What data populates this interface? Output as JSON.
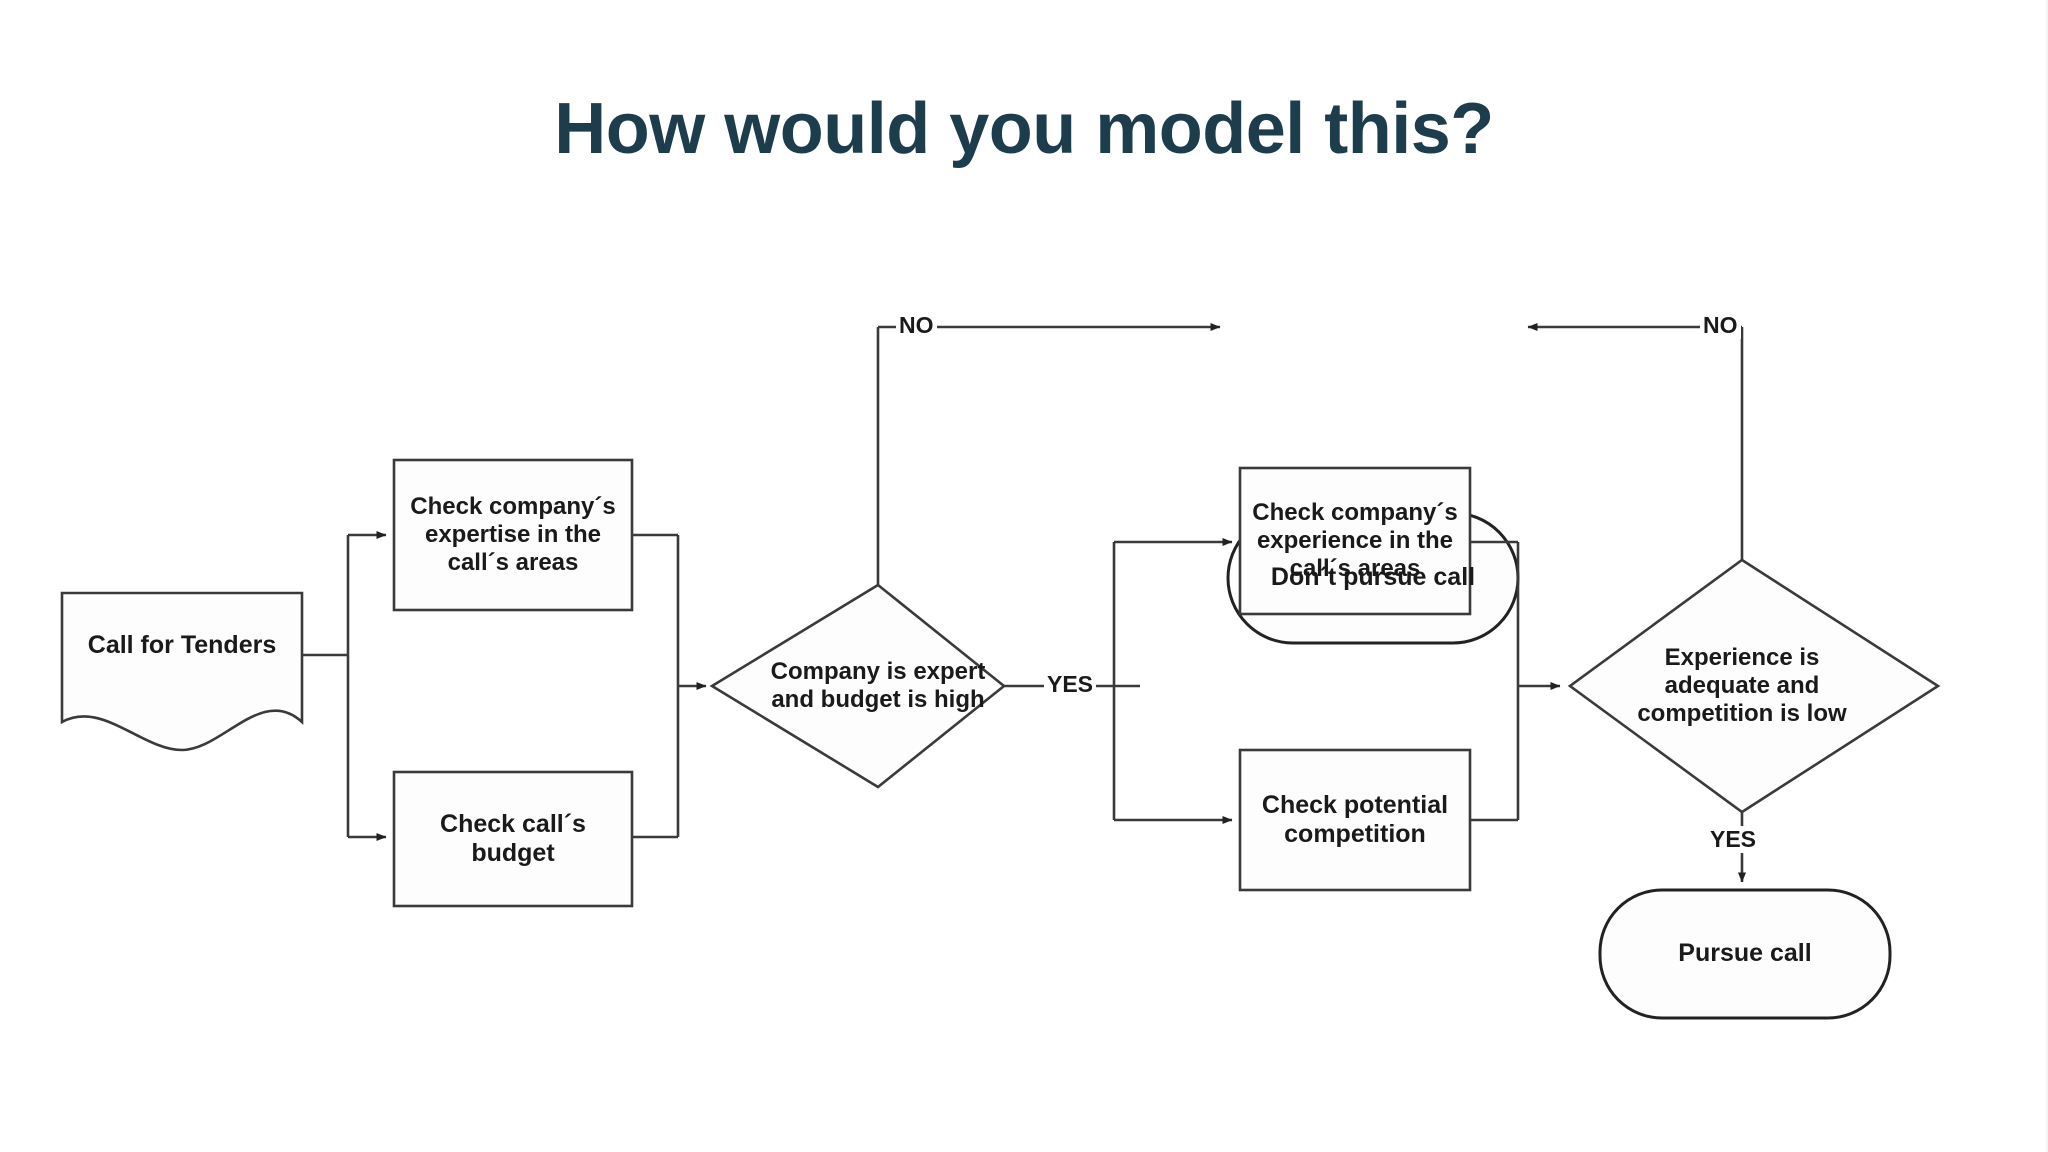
{
  "slide": {
    "title": "How would you model this?",
    "title_color": "#1d3d4d",
    "background_color": "#ffffff",
    "stroke_color": "#333333"
  },
  "diagram": {
    "type": "flowchart",
    "nodes": [
      {
        "id": "call-for-tenders",
        "shape": "document",
        "label": "Call for Tenders"
      },
      {
        "id": "check-expertise",
        "shape": "process",
        "label": "Check company´s expertise in the call´s areas"
      },
      {
        "id": "check-budget",
        "shape": "process",
        "label": "Check call´s budget"
      },
      {
        "id": "decision-expert-budget",
        "shape": "decision",
        "label": "Company is expert and budget is high"
      },
      {
        "id": "dont-pursue-call",
        "shape": "terminator",
        "label": "Don´t pursue call"
      },
      {
        "id": "check-experience",
        "shape": "process",
        "label": "Check company´s experience in the call´s areas"
      },
      {
        "id": "check-competition",
        "shape": "process",
        "label": "Check potential competition"
      },
      {
        "id": "decision-experience-competition",
        "shape": "decision",
        "label": "Experience is adequate and competition is low"
      },
      {
        "id": "pursue-call",
        "shape": "terminator",
        "label": "Pursue call"
      }
    ],
    "edge_labels": {
      "no_left": "NO",
      "yes_middle": "YES",
      "no_right": "NO",
      "yes_bottom": "YES"
    },
    "edges": [
      {
        "from": "call-for-tenders",
        "to": "check-expertise",
        "label": ""
      },
      {
        "from": "call-for-tenders",
        "to": "check-budget",
        "label": ""
      },
      {
        "from": "check-expertise",
        "to": "decision-expert-budget",
        "label": ""
      },
      {
        "from": "check-budget",
        "to": "decision-expert-budget",
        "label": ""
      },
      {
        "from": "decision-expert-budget",
        "to": "dont-pursue-call",
        "label": "NO"
      },
      {
        "from": "decision-expert-budget",
        "to": "check-experience",
        "label": "YES"
      },
      {
        "from": "decision-expert-budget",
        "to": "check-competition",
        "label": "YES"
      },
      {
        "from": "check-experience",
        "to": "decision-experience-competition",
        "label": ""
      },
      {
        "from": "check-competition",
        "to": "decision-experience-competition",
        "label": ""
      },
      {
        "from": "decision-experience-competition",
        "to": "dont-pursue-call",
        "label": "NO"
      },
      {
        "from": "decision-experience-competition",
        "to": "pursue-call",
        "label": "YES"
      }
    ]
  }
}
